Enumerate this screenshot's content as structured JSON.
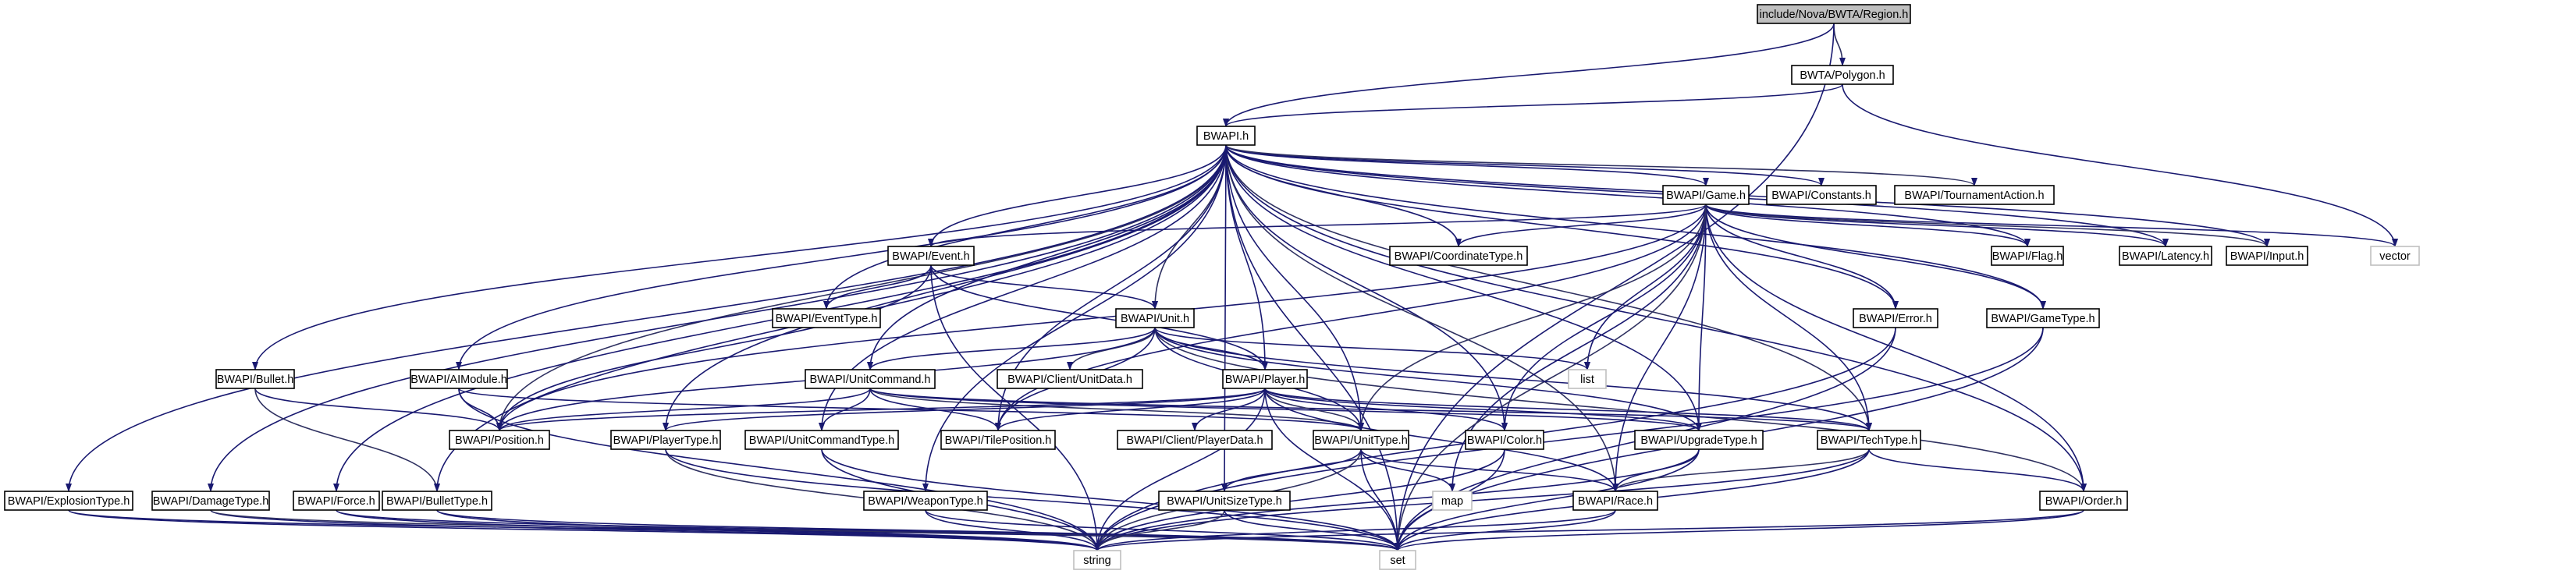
{
  "diagram": {
    "title": "",
    "colors": {
      "root_fill": "#bfbfbf",
      "node_fill": "#ffffff",
      "node_border": "#000000",
      "external_border": "#bfbfbf",
      "edge_main": "#191970",
      "edge_alt": "#2e3060",
      "text": "#000000"
    },
    "nodes": [
      {
        "id": "region",
        "label": "include/Nova/BWTA/Region.h",
        "kind": "root"
      },
      {
        "id": "polygon",
        "label": "BWTA/Polygon.h",
        "kind": "file"
      },
      {
        "id": "bwapi",
        "label": "BWAPI.h",
        "kind": "file"
      },
      {
        "id": "game",
        "label": "BWAPI/Game.h",
        "kind": "file"
      },
      {
        "id": "constants",
        "label": "BWAPI/Constants.h",
        "kind": "file"
      },
      {
        "id": "tournament",
        "label": "BWAPI/TournamentAction.h",
        "kind": "file"
      },
      {
        "id": "vector",
        "label": "vector",
        "kind": "external"
      },
      {
        "id": "event",
        "label": "BWAPI/Event.h",
        "kind": "file"
      },
      {
        "id": "coordtype",
        "label": "BWAPI/CoordinateType.h",
        "kind": "file"
      },
      {
        "id": "flag",
        "label": "BWAPI/Flag.h",
        "kind": "file"
      },
      {
        "id": "latency",
        "label": "BWAPI/Latency.h",
        "kind": "file"
      },
      {
        "id": "input",
        "label": "BWAPI/Input.h",
        "kind": "file"
      },
      {
        "id": "eventtype",
        "label": "BWAPI/EventType.h",
        "kind": "file"
      },
      {
        "id": "unit",
        "label": "BWAPI/Unit.h",
        "kind": "file"
      },
      {
        "id": "error",
        "label": "BWAPI/Error.h",
        "kind": "file"
      },
      {
        "id": "gametype",
        "label": "BWAPI/GameType.h",
        "kind": "file"
      },
      {
        "id": "list",
        "label": "list",
        "kind": "external"
      },
      {
        "id": "bullet",
        "label": "BWAPI/Bullet.h",
        "kind": "file"
      },
      {
        "id": "aimodule",
        "label": "BWAPI/AIModule.h",
        "kind": "file"
      },
      {
        "id": "unitcommand",
        "label": "BWAPI/UnitCommand.h",
        "kind": "file"
      },
      {
        "id": "clientunitdata",
        "label": "BWAPI/Client/UnitData.h",
        "kind": "file"
      },
      {
        "id": "player",
        "label": "BWAPI/Player.h",
        "kind": "file"
      },
      {
        "id": "position",
        "label": "BWAPI/Position.h",
        "kind": "file"
      },
      {
        "id": "playertype",
        "label": "BWAPI/PlayerType.h",
        "kind": "file"
      },
      {
        "id": "unitcommandtype",
        "label": "BWAPI/UnitCommandType.h",
        "kind": "file"
      },
      {
        "id": "tileposition",
        "label": "BWAPI/TilePosition.h",
        "kind": "file"
      },
      {
        "id": "clientplayerdata",
        "label": "BWAPI/Client/PlayerData.h",
        "kind": "file"
      },
      {
        "id": "unittype",
        "label": "BWAPI/UnitType.h",
        "kind": "file"
      },
      {
        "id": "color",
        "label": "BWAPI/Color.h",
        "kind": "file"
      },
      {
        "id": "upgradetype",
        "label": "BWAPI/UpgradeType.h",
        "kind": "file"
      },
      {
        "id": "techtype",
        "label": "BWAPI/TechType.h",
        "kind": "file"
      },
      {
        "id": "explosiontype",
        "label": "BWAPI/ExplosionType.h",
        "kind": "file"
      },
      {
        "id": "damagetype",
        "label": "BWAPI/DamageType.h",
        "kind": "file"
      },
      {
        "id": "force",
        "label": "BWAPI/Force.h",
        "kind": "file"
      },
      {
        "id": "bullettype",
        "label": "BWAPI/BulletType.h",
        "kind": "file"
      },
      {
        "id": "weapontype",
        "label": "BWAPI/WeaponType.h",
        "kind": "file"
      },
      {
        "id": "unitsizetype",
        "label": "BWAPI/UnitSizeType.h",
        "kind": "file"
      },
      {
        "id": "map",
        "label": "map",
        "kind": "external"
      },
      {
        "id": "race",
        "label": "BWAPI/Race.h",
        "kind": "file"
      },
      {
        "id": "order",
        "label": "BWAPI/Order.h",
        "kind": "file"
      },
      {
        "id": "string",
        "label": "string",
        "kind": "external"
      },
      {
        "id": "set",
        "label": "set",
        "kind": "external"
      }
    ],
    "edges": [
      [
        "region",
        "polygon"
      ],
      [
        "region",
        "bwapi"
      ],
      [
        "region",
        "set"
      ],
      [
        "polygon",
        "bwapi"
      ],
      [
        "polygon",
        "vector"
      ],
      [
        "bwapi",
        "game"
      ],
      [
        "bwapi",
        "constants"
      ],
      [
        "bwapi",
        "tournament"
      ],
      [
        "bwapi",
        "event"
      ],
      [
        "bwapi",
        "coordtype"
      ],
      [
        "bwapi",
        "flag"
      ],
      [
        "bwapi",
        "latency"
      ],
      [
        "bwapi",
        "input"
      ],
      [
        "bwapi",
        "eventtype"
      ],
      [
        "bwapi",
        "unit"
      ],
      [
        "bwapi",
        "error"
      ],
      [
        "bwapi",
        "gametype"
      ],
      [
        "bwapi",
        "bullet"
      ],
      [
        "bwapi",
        "aimodule"
      ],
      [
        "bwapi",
        "unitcommand"
      ],
      [
        "bwapi",
        "player"
      ],
      [
        "bwapi",
        "position"
      ],
      [
        "bwapi",
        "playertype"
      ],
      [
        "bwapi",
        "unitcommandtype"
      ],
      [
        "bwapi",
        "tileposition"
      ],
      [
        "bwapi",
        "unittype"
      ],
      [
        "bwapi",
        "color"
      ],
      [
        "bwapi",
        "upgradetype"
      ],
      [
        "bwapi",
        "techtype"
      ],
      [
        "bwapi",
        "explosiontype"
      ],
      [
        "bwapi",
        "damagetype"
      ],
      [
        "bwapi",
        "force"
      ],
      [
        "bwapi",
        "bullettype"
      ],
      [
        "bwapi",
        "weapontype"
      ],
      [
        "bwapi",
        "unitsizetype"
      ],
      [
        "bwapi",
        "race"
      ],
      [
        "bwapi",
        "order"
      ],
      [
        "bwapi",
        "set"
      ],
      [
        "game",
        "event"
      ],
      [
        "game",
        "coordtype"
      ],
      [
        "game",
        "flag"
      ],
      [
        "game",
        "latency"
      ],
      [
        "game",
        "input"
      ],
      [
        "game",
        "vector"
      ],
      [
        "game",
        "error"
      ],
      [
        "game",
        "gametype"
      ],
      [
        "game",
        "list"
      ],
      [
        "game",
        "position"
      ],
      [
        "game",
        "tileposition"
      ],
      [
        "game",
        "unittype"
      ],
      [
        "game",
        "color"
      ],
      [
        "game",
        "upgradetype"
      ],
      [
        "game",
        "techtype"
      ],
      [
        "game",
        "race"
      ],
      [
        "game",
        "order"
      ],
      [
        "game",
        "map"
      ],
      [
        "game",
        "set"
      ],
      [
        "event",
        "eventtype"
      ],
      [
        "event",
        "unit"
      ],
      [
        "event",
        "player"
      ],
      [
        "event",
        "position"
      ],
      [
        "event",
        "string"
      ],
      [
        "unit",
        "unitcommand"
      ],
      [
        "unit",
        "clientunitdata"
      ],
      [
        "unit",
        "list"
      ],
      [
        "unit",
        "position"
      ],
      [
        "unit",
        "tileposition"
      ],
      [
        "unit",
        "unittype"
      ],
      [
        "unit",
        "upgradetype"
      ],
      [
        "unit",
        "techtype"
      ],
      [
        "unit",
        "order"
      ],
      [
        "unit",
        "player"
      ],
      [
        "error",
        "string"
      ],
      [
        "error",
        "set"
      ],
      [
        "gametype",
        "string"
      ],
      [
        "gametype",
        "set"
      ],
      [
        "bullet",
        "position"
      ],
      [
        "bullet",
        "bullettype"
      ],
      [
        "aimodule",
        "position"
      ],
      [
        "aimodule",
        "unittype"
      ],
      [
        "aimodule",
        "string"
      ],
      [
        "unitcommand",
        "unitcommandtype"
      ],
      [
        "unitcommand",
        "position"
      ],
      [
        "unitcommand",
        "tileposition"
      ],
      [
        "unitcommand",
        "unittype"
      ],
      [
        "unitcommand",
        "techtype"
      ],
      [
        "unitcommand",
        "upgradetype"
      ],
      [
        "player",
        "position"
      ],
      [
        "player",
        "playertype"
      ],
      [
        "player",
        "tileposition"
      ],
      [
        "player",
        "clientplayerdata"
      ],
      [
        "player",
        "unittype"
      ],
      [
        "player",
        "color"
      ],
      [
        "player",
        "upgradetype"
      ],
      [
        "player",
        "techtype"
      ],
      [
        "player",
        "race"
      ],
      [
        "player",
        "string"
      ],
      [
        "player",
        "set"
      ],
      [
        "playertype",
        "string"
      ],
      [
        "playertype",
        "set"
      ],
      [
        "unitcommandtype",
        "string"
      ],
      [
        "unitcommandtype",
        "set"
      ],
      [
        "unittype",
        "unitsizetype"
      ],
      [
        "unittype",
        "race"
      ],
      [
        "unittype",
        "map"
      ],
      [
        "unittype",
        "string"
      ],
      [
        "unittype",
        "set"
      ],
      [
        "color",
        "string"
      ],
      [
        "color",
        "set"
      ],
      [
        "upgradetype",
        "race"
      ],
      [
        "upgradetype",
        "string"
      ],
      [
        "upgradetype",
        "set"
      ],
      [
        "techtype",
        "race"
      ],
      [
        "techtype",
        "order"
      ],
      [
        "techtype",
        "string"
      ],
      [
        "techtype",
        "set"
      ],
      [
        "explosiontype",
        "string"
      ],
      [
        "explosiontype",
        "set"
      ],
      [
        "damagetype",
        "string"
      ],
      [
        "damagetype",
        "set"
      ],
      [
        "force",
        "string"
      ],
      [
        "force",
        "set"
      ],
      [
        "bullettype",
        "string"
      ],
      [
        "bullettype",
        "set"
      ],
      [
        "weapontype",
        "string"
      ],
      [
        "weapontype",
        "set"
      ],
      [
        "unitsizetype",
        "string"
      ],
      [
        "unitsizetype",
        "set"
      ],
      [
        "race",
        "string"
      ],
      [
        "race",
        "set"
      ],
      [
        "order",
        "string"
      ],
      [
        "order",
        "set"
      ]
    ]
  }
}
